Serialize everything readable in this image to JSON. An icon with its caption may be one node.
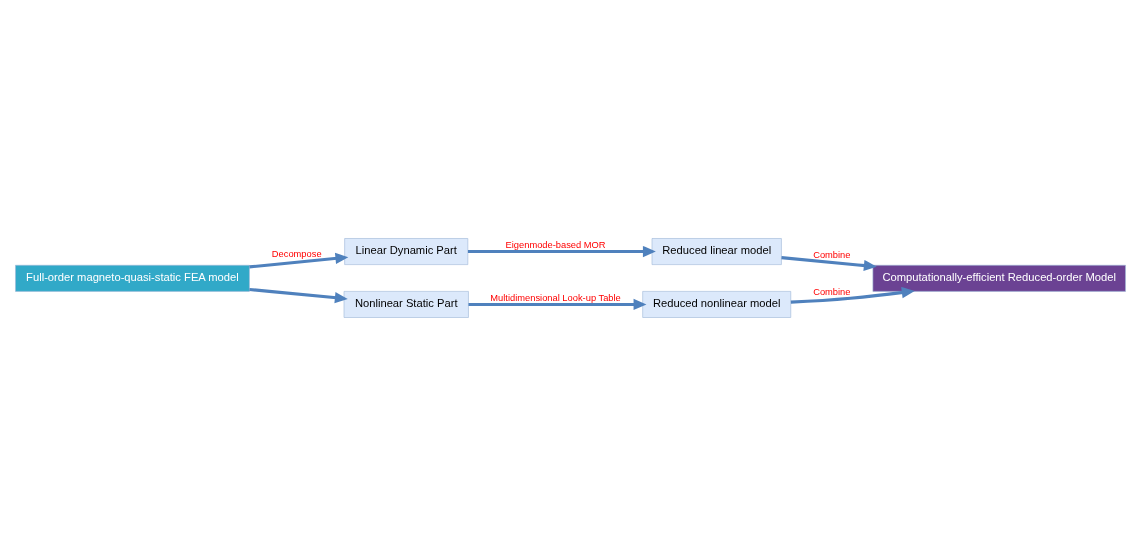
{
  "diagram": {
    "nodes": [
      {
        "text": [
          "Full-order magneto-quasi-static FEA model"
        ]
      },
      {
        "text": [
          "Linear Dynamic Part"
        ]
      },
      {
        "text": [
          "Nonlinear Static Part"
        ]
      },
      {
        "text": [
          "Reduced linear model"
        ]
      },
      {
        "text": [
          "Computationally-efficient Reduced-order Model"
        ]
      },
      {
        "text": [
          "Reduced nonlinear model"
        ]
      }
    ],
    "edges": [
      {
        "from": 0,
        "to": 1,
        "arrow": "to",
        "label": "Decompose"
      },
      {
        "from": 0,
        "to": 2,
        "arrow": "to"
      },
      {
        "from": 1,
        "to": 3,
        "arrow": "to",
        "label": "Eigenmode-based MOR"
      },
      {
        "from": 2,
        "to": 5,
        "arrow": "to",
        "label": "Multidimensional Look-up Table"
      },
      {
        "from": 3,
        "to": 4,
        "arrow": "to",
        "label": "Combine"
      },
      {
        "from": 5,
        "to": 4,
        "arrow": "to",
        "label": "Combine"
      }
    ]
  }
}
